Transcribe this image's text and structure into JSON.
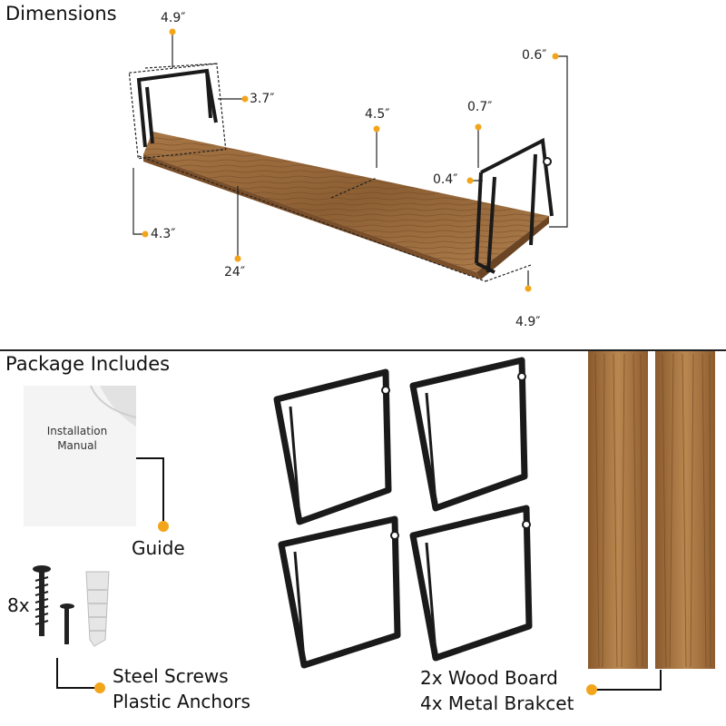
{
  "sections": {
    "dimensions_title": "Dimensions",
    "package_title": "Package Includes"
  },
  "dimensions": {
    "bracket_width_top": "4.9″",
    "bracket_height_left": "3.7″",
    "shelf_depth": "4.5″",
    "bracket_thickness": "0.7″",
    "bracket_gap": "0.4″",
    "bracket_height_right": "0.6″",
    "shelf_height_left": "4.3″",
    "shelf_length": "24″",
    "bracket_width_bottom": "4.9″"
  },
  "package": {
    "manual_line1": "Installation",
    "manual_line2": "Manual",
    "guide_label": "Guide",
    "screw_count": "8x",
    "screws_line1": "Steel Screws",
    "screws_line2": "Plastic Anchors",
    "boards_line1": "2x Wood Board",
    "boards_line2": "4x Metal Brakcet"
  },
  "colors": {
    "accent_dot": "#f2a51a",
    "wood": "#9a6b3c",
    "metal": "#1a1a1a"
  }
}
